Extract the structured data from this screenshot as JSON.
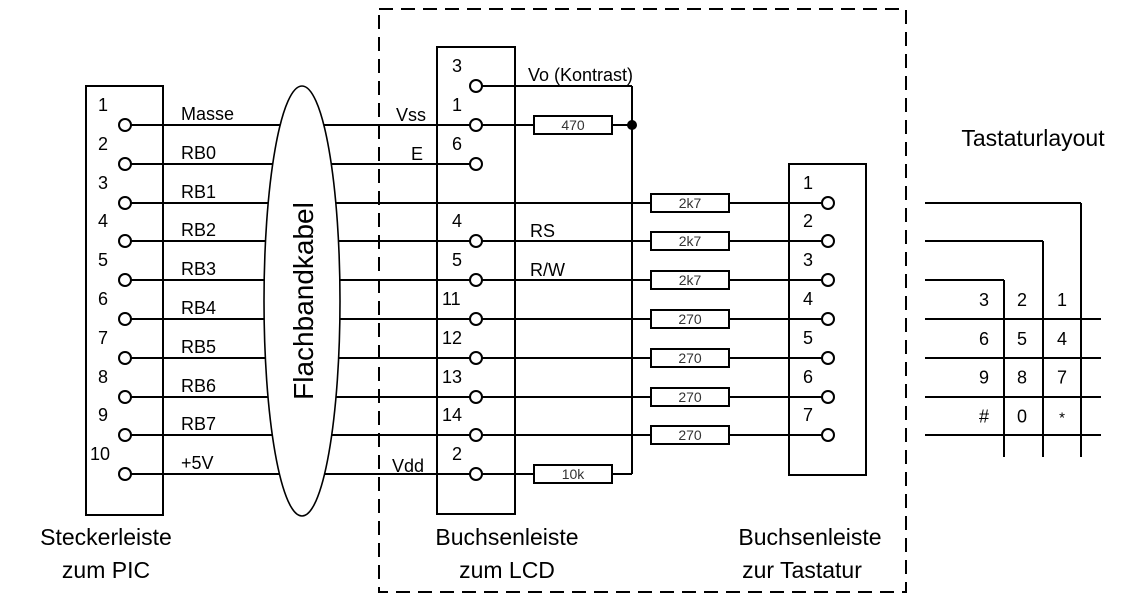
{
  "colors": {
    "ink": "#000000",
    "background": "#ffffff",
    "resistor_label": "#333333"
  },
  "pic_header": {
    "caption_line1": "Steckerleiste",
    "caption_line2": "zum PIC",
    "pins": [
      {
        "num": "1",
        "signal": "Masse"
      },
      {
        "num": "2",
        "signal": "RB0"
      },
      {
        "num": "3",
        "signal": "RB1"
      },
      {
        "num": "4",
        "signal": "RB2"
      },
      {
        "num": "5",
        "signal": "RB3"
      },
      {
        "num": "6",
        "signal": "RB4"
      },
      {
        "num": "7",
        "signal": "RB5"
      },
      {
        "num": "8",
        "signal": "RB6"
      },
      {
        "num": "9",
        "signal": "RB7"
      },
      {
        "num": "10",
        "signal": "+5V"
      }
    ]
  },
  "cable": {
    "label": "Flachbandkabel"
  },
  "lcd_header": {
    "caption_line1": "Buchsenleiste",
    "caption_line2": "zum LCD",
    "left_labels": {
      "vss": "Vss",
      "e": "E",
      "vdd": "Vdd"
    },
    "right_labels": {
      "vo": "Vo (Kontrast)",
      "rs": "RS",
      "rw": "R/W"
    },
    "pins": [
      {
        "num": "3",
        "row": -1
      },
      {
        "num": "1",
        "row": 0
      },
      {
        "num": "6",
        "row": 1
      },
      {
        "num": "4",
        "row": 3
      },
      {
        "num": "5",
        "row": 4
      },
      {
        "num": "11",
        "row": 5
      },
      {
        "num": "12",
        "row": 6
      },
      {
        "num": "13",
        "row": 7
      },
      {
        "num": "14",
        "row": 8
      },
      {
        "num": "2",
        "row": 9
      }
    ]
  },
  "resistors": {
    "contrast_series": "470",
    "contrast_pot": "10k",
    "keypad": [
      "2k7",
      "2k7",
      "2k7",
      "270",
      "270",
      "270",
      "270"
    ]
  },
  "keypad_header": {
    "caption_line1": "Buchsenleiste",
    "caption_line2": "zur Tastatur",
    "pins": [
      "1",
      "2",
      "3",
      "4",
      "5",
      "6",
      "7"
    ]
  },
  "keypad_layout": {
    "title": "Tastaturlayout",
    "rows": [
      [
        "3",
        "2",
        "1"
      ],
      [
        "6",
        "5",
        "4"
      ],
      [
        "9",
        "8",
        "7"
      ],
      [
        "#",
        "0",
        "*"
      ]
    ]
  }
}
